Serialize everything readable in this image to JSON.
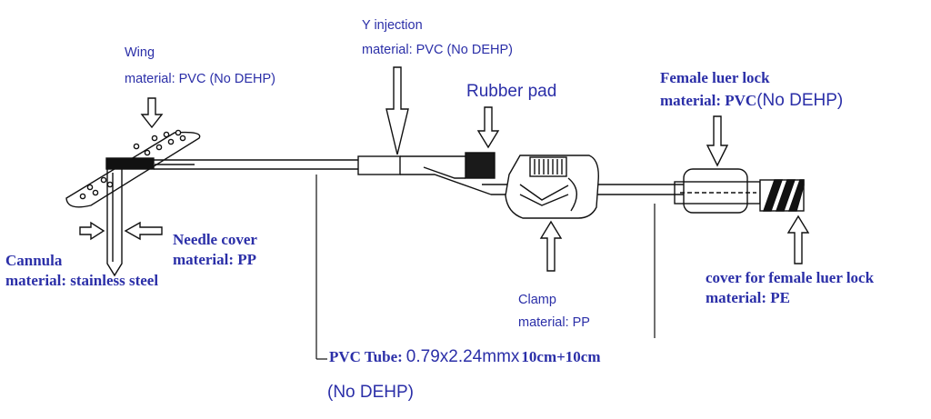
{
  "labels": {
    "wing": {
      "line1": "Wing",
      "line2": "material: PVC  (No DEHP)"
    },
    "y_injection": {
      "line1": "Y injection",
      "line2": "material: PVC (No DEHP)"
    },
    "rubber_pad": "Rubber pad",
    "female_luer_lock": {
      "line1": "Female luer lock",
      "line2_a": "material: PVC",
      "line2_b": "(No DEHP)"
    },
    "needle_cover": {
      "line1": "Needle cover",
      "line2": "material: PP"
    },
    "cannula": {
      "line1": "Cannula",
      "line2": "material: stainless steel"
    },
    "clamp": {
      "line1": "Clamp",
      "line2": "material: PP"
    },
    "luer_cover": {
      "line1": "cover for female luer lock",
      "line2": "material: PE"
    },
    "pvc_tube": {
      "prefix": "PVC Tube:",
      "dims": "0.79x2.24mmx",
      "length": "10cm+10cm",
      "note": "(No DEHP)"
    }
  },
  "colors": {
    "label_text": "#2b2fa8",
    "line": "#111111",
    "rubber_pad": "#1a1a1a"
  }
}
